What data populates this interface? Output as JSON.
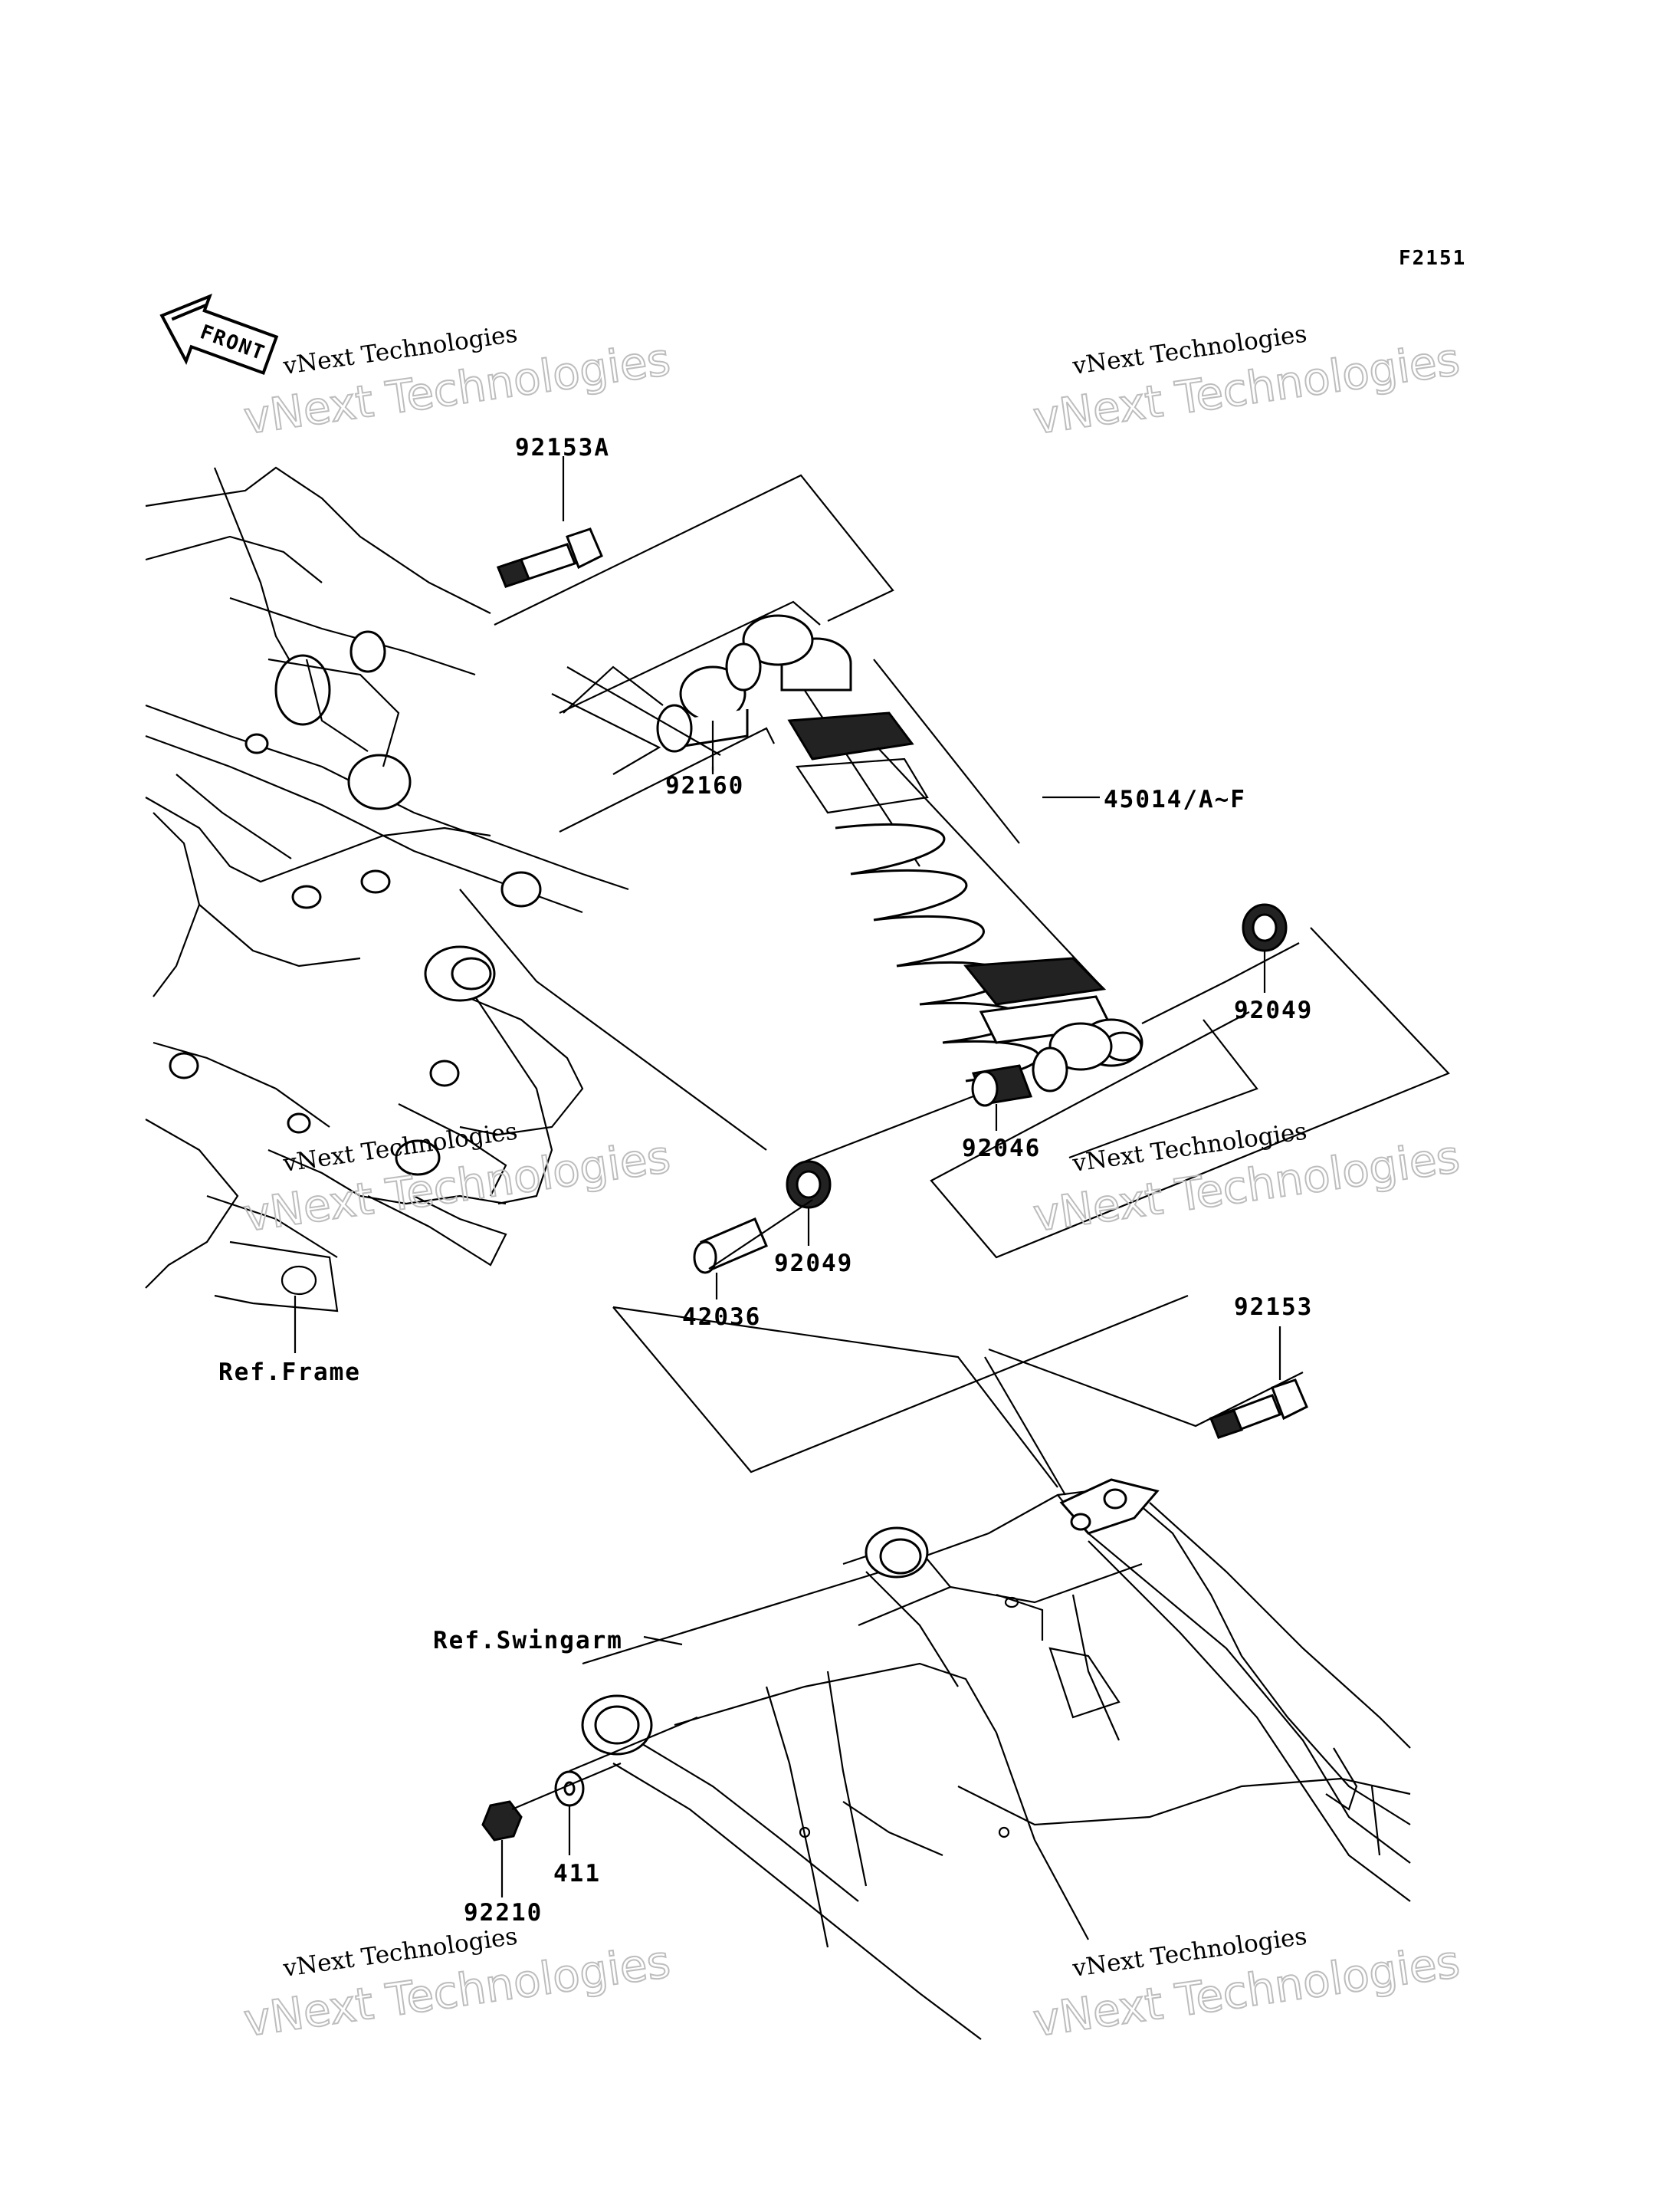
{
  "diagram_code": "F2151",
  "front_arrow_label": "FRONT",
  "watermark": {
    "line1": "vNext Technologies",
    "line2": "vNext Technologies"
  },
  "parts": {
    "p92153a": "92153A",
    "p92160": "92160",
    "p45014": "45014/A~F",
    "p92049_right": "92049",
    "p92046": "92046",
    "p92049_left": "92049",
    "p42036": "42036",
    "p92153": "92153",
    "p411": "411",
    "p92210": "92210"
  },
  "refs": {
    "frame": "Ref.Frame",
    "swingarm": "Ref.Swingarm"
  }
}
